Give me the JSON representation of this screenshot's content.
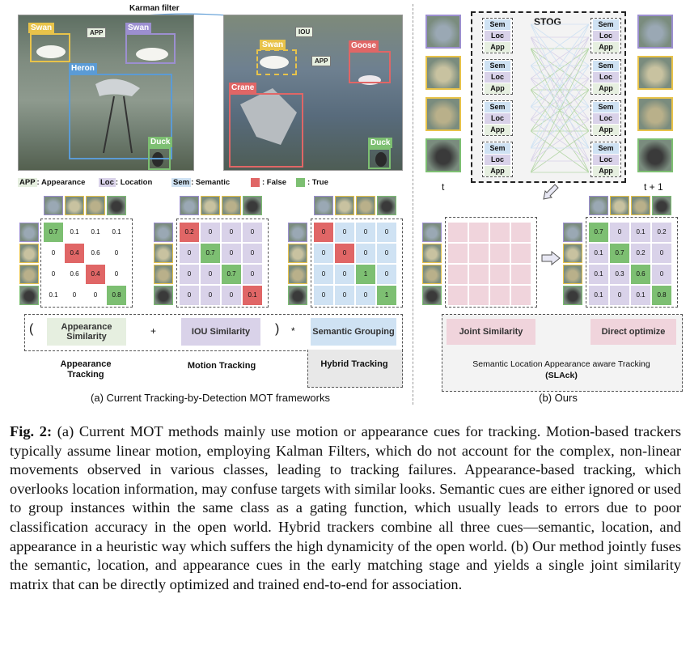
{
  "left_panel": {
    "kalman_label": "Karman filter",
    "photo1_labels": {
      "swan1": "Swan",
      "app": "APP",
      "swan2": "Swan",
      "heron": "Heron",
      "duck": "Duck"
    },
    "photo2_labels": {
      "iou": "IOU",
      "swan": "Swan",
      "app": "APP",
      "goose": "Goose",
      "crane": "Crane",
      "duck": "Duck"
    },
    "legend": {
      "app_key": "APP",
      "app_text": ": Appearance",
      "loc_key": "Loc",
      "loc_text": ": Location",
      "sem_key": "Sem",
      "sem_text": ": Semantic",
      "false_text": ": False",
      "true_text": ": True"
    },
    "matrices": {
      "appearance": [
        [
          "0.7",
          "0.1",
          "0.1",
          "0.1"
        ],
        [
          "0",
          "0.4",
          "0.6",
          "0"
        ],
        [
          "0",
          "0.6",
          "0.4",
          "0"
        ],
        [
          "0.1",
          "0",
          "0",
          "0.8"
        ]
      ],
      "appearance_colors": [
        [
          "g",
          "w",
          "w",
          "w"
        ],
        [
          "w",
          "r",
          "w",
          "w"
        ],
        [
          "w",
          "w",
          "r",
          "w"
        ],
        [
          "w",
          "w",
          "w",
          "g"
        ]
      ],
      "motion": [
        [
          "0.2",
          "0",
          "0",
          "0"
        ],
        [
          "0",
          "0.7",
          "0",
          "0"
        ],
        [
          "0",
          "0",
          "0.7",
          "0"
        ],
        [
          "0",
          "0",
          "0",
          "0.1"
        ]
      ],
      "motion_colors": [
        [
          "r",
          "p",
          "p",
          "p"
        ],
        [
          "p",
          "g",
          "p",
          "p"
        ],
        [
          "p",
          "p",
          "g",
          "p"
        ],
        [
          "p",
          "p",
          "p",
          "r"
        ]
      ],
      "hybrid": [
        [
          "0",
          "0",
          "0",
          "0"
        ],
        [
          "0",
          "0",
          "0",
          "0"
        ],
        [
          "0",
          "0",
          "1",
          "0"
        ],
        [
          "0",
          "0",
          "0",
          "1"
        ]
      ],
      "hybrid_colors": [
        [
          "r",
          "b",
          "b",
          "b"
        ],
        [
          "b",
          "r",
          "b",
          "b"
        ],
        [
          "b",
          "b",
          "g",
          "b"
        ],
        [
          "b",
          "b",
          "b",
          "g"
        ]
      ]
    },
    "formula": {
      "open": "(",
      "appearance": "Appearance Similarity",
      "plus": "+",
      "iou": "IOU Similarity",
      "close": ")",
      "times": "*",
      "semantic": "Semantic Grouping"
    },
    "tracking_labels": {
      "appearance": "Appearance Tracking",
      "motion": "Motion Tracking",
      "hybrid": "Hybrid Tracking"
    },
    "caption": "(a)  Current Tracking-by-Detection MOT frameworks"
  },
  "right_panel": {
    "stog_title": "STOG",
    "node_sem": "Sem",
    "node_loc": "Loc",
    "node_app": "App",
    "t_label": "t",
    "t1_label": "t + 1",
    "matrix": [
      [
        "0.7",
        "0",
        "0.1",
        "0.2"
      ],
      [
        "0.1",
        "0.7",
        "0.2",
        "0"
      ],
      [
        "0.1",
        "0.3",
        "0.6",
        "0"
      ],
      [
        "0.1",
        "0",
        "0.1",
        "0.8"
      ]
    ],
    "matrix_colors": [
      [
        "g",
        "p",
        "p",
        "p"
      ],
      [
        "p",
        "g",
        "p",
        "p"
      ],
      [
        "p",
        "p",
        "g",
        "p"
      ],
      [
        "p",
        "p",
        "p",
        "g"
      ]
    ],
    "joint_similarity": "Joint Similarity",
    "direct_optimize": "Direct optimize",
    "slack_title": "Semantic Location Appearance aware Tracking",
    "slack_abbr": "(SLAck)",
    "caption": "(b)  Ours"
  },
  "figure_caption": {
    "label": "Fig. 2:",
    "text": " (a) Current MOT methods mainly use motion or appearance cues for tracking. Motion-based trackers typically assume linear motion, employing Kalman Filters, which do not account for the complex, non-linear movements observed in various classes, leading to tracking failures. Appearance-based tracking, which overlooks location information, may confuse targets with similar looks. Semantic cues are either ignored or used to group instances within the same class as a gating function, which usually leads to errors due to poor classification accuracy in the open world. Hybrid trackers combine all three cues—semantic, location, and appearance in a heuristic way which suffers the high dynamicity of the open world. (b) Our method jointly fuses the semantic, location, and appearance cues in the early matching stage and yields a single joint similarity matrix that can be directly optimized and trained end-to-end for association."
  },
  "colors": {
    "green": "#7dbf72",
    "red": "#e06666",
    "purple": "#d9d2e9",
    "blue": "#cfe2f3",
    "pink": "#f0d4dc",
    "gray": "#e8e8e8",
    "swan_box": "#e8c34a",
    "purple_box": "#9c8fd0",
    "heron_box": "#5b9bd5",
    "duck_box": "#7dbf72",
    "goose_box": "#e06666",
    "crane_box": "#e06666"
  }
}
